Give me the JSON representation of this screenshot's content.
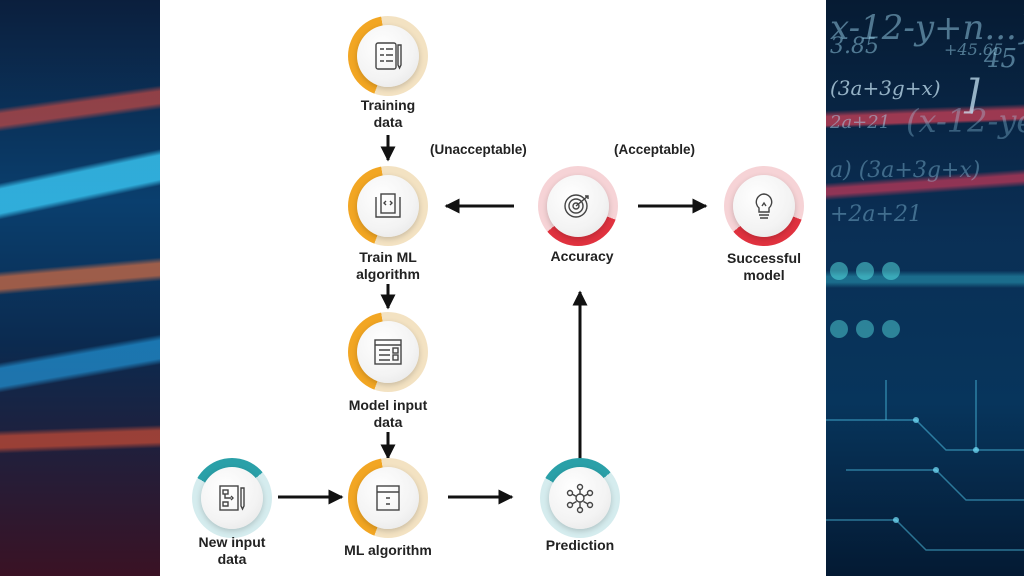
{
  "nodes": {
    "training": {
      "label_1": "Training",
      "label_2": "data",
      "icon": "checklist-clipboard-icon"
    },
    "train_ml": {
      "label_1": "Train ML",
      "label_2": "algorithm",
      "icon": "code-document-icon"
    },
    "model_input": {
      "label_1": "Model input",
      "label_2": "data",
      "icon": "form-checkbox-icon"
    },
    "ml_algorithm": {
      "label_1": "ML algorithm",
      "icon": "window-icon"
    },
    "new_input": {
      "label_1": "New input",
      "label_2": "data",
      "icon": "flowchart-pencil-icon"
    },
    "prediction": {
      "label_1": "Prediction",
      "icon": "network-icon"
    },
    "accuracy": {
      "label_1": "Accuracy",
      "icon": "target-icon"
    },
    "successful": {
      "label_1": "Successful",
      "label_2": "model",
      "icon": "lightbulb-icon"
    }
  },
  "conditions": {
    "unacceptable": "(Unacceptable)",
    "acceptable": "(Acceptable)"
  },
  "background": {
    "glyph_1": "x-12-y+n...}",
    "glyph_2": "3.85",
    "glyph_3": "+45.65",
    "glyph_4": "45",
    "glyph_5": "(3a+3g+x)",
    "glyph_6": "]",
    "glyph_7": "2a+21",
    "glyph_8": "(x-12-ye",
    "glyph_9": "a) (3a+3g+x)",
    "glyph_10": "+2a+21"
  },
  "colors": {
    "orange": "#f2a623",
    "teal": "#2aa0a8",
    "red": "#e0323f",
    "arrow": "#111111"
  }
}
